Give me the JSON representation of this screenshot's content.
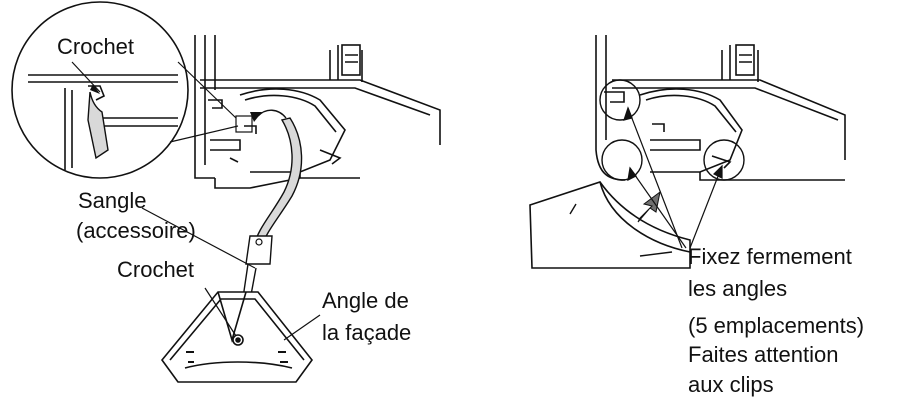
{
  "left_figure": {
    "labels": {
      "crochet_top": "Crochet",
      "sangle_line1": "Sangle",
      "sangle_line2": "(accessoire)",
      "crochet_bottom": "Crochet",
      "angle_line1": "Angle de",
      "angle_line2": "la façade"
    }
  },
  "right_figure": {
    "labels": {
      "fix_line1": "Fixez fermement",
      "fix_line2": "les angles",
      "fix_line3": "(5 emplacements)",
      "clip_line1": "Faites attention",
      "clip_line2": "aux clips"
    }
  },
  "colors": {
    "ink": "#111111",
    "strap_fill": "#d9d9d9",
    "arrow_fill": "#6f6f6f"
  }
}
